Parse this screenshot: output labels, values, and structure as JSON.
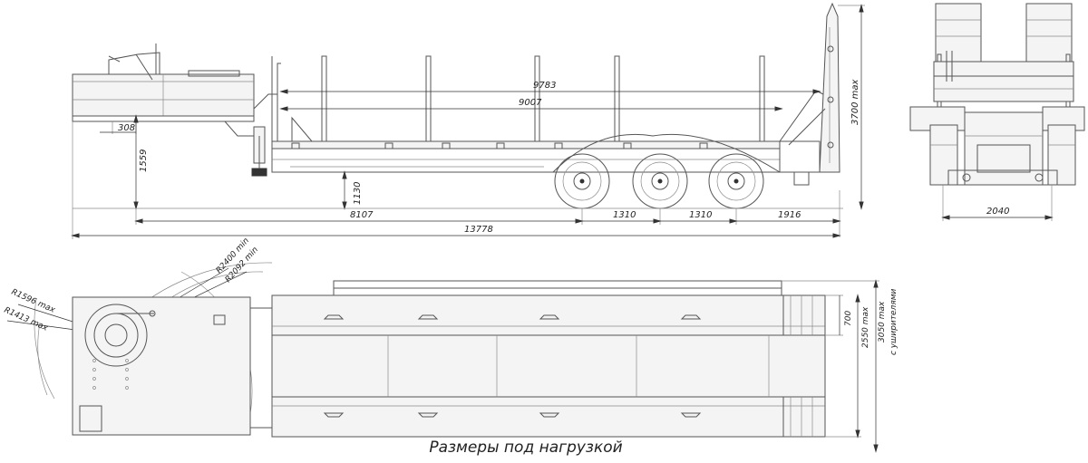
{
  "side_view": {
    "dimensions": {
      "overall_length": "13778",
      "deck_length_outer": "9783",
      "deck_length_inner": "9007",
      "front_offset": "308",
      "fifth_wheel_height": "1559",
      "deck_height": "1130",
      "front_to_axle": "8107",
      "axle_spacing_1": "1310",
      "axle_spacing_2": "1310",
      "rear_overhang": "1916",
      "max_height": "3700 max"
    }
  },
  "rear_view": {
    "dimensions": {
      "track_width": "2040"
    }
  },
  "top_view": {
    "dimensions": {
      "turning_radius_1": "R2400 min",
      "turning_radius_2": "R2092 min",
      "swing_radius_1": "R1596 max",
      "swing_radius_2": "R1413 max",
      "ramp_width": "700",
      "width_base": "2550 max",
      "width_extended": "3050 max",
      "width_note": "с уширителями"
    }
  },
  "caption": "Размеры под нагрузкой"
}
